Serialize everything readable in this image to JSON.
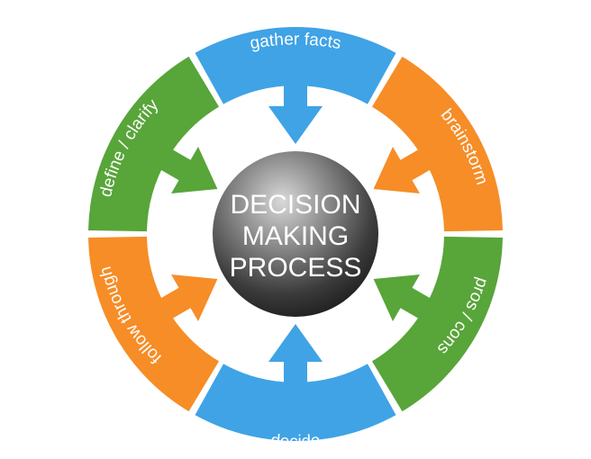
{
  "center": {
    "lines": [
      "DECISION",
      "MAKING",
      "PROCESS"
    ]
  },
  "segments": [
    {
      "label": "gather facts",
      "color": "#3fa3e6"
    },
    {
      "label": "brainstorm",
      "color": "#f68d27"
    },
    {
      "label": "pros / cons",
      "color": "#58a53a"
    },
    {
      "label": "decide",
      "color": "#3fa3e6"
    },
    {
      "label": "follow through",
      "color": "#f68d27"
    },
    {
      "label": "define / clarify",
      "color": "#58a53a"
    }
  ]
}
